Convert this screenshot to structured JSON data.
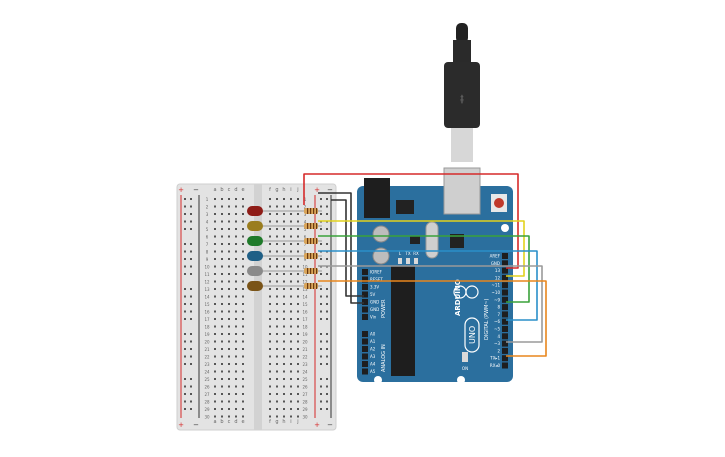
{
  "breadboard": {
    "columns_left": [
      "a",
      "b",
      "c",
      "d",
      "e"
    ],
    "columns_right": [
      "f",
      "g",
      "h",
      "i",
      "j"
    ],
    "row_numbers": [
      "1",
      "2",
      "3",
      "4",
      "5",
      "6",
      "7",
      "8",
      "9",
      "10",
      "11",
      "12",
      "13",
      "14",
      "15",
      "16",
      "17",
      "18",
      "19",
      "20",
      "21",
      "22",
      "23",
      "24",
      "25",
      "26",
      "27",
      "28",
      "29",
      "30"
    ],
    "rail_plus": "+",
    "rail_minus": "−"
  },
  "leds": [
    {
      "name": "red",
      "color": "#8e1c17"
    },
    {
      "name": "yellow",
      "color": "#9a7d1e"
    },
    {
      "name": "green",
      "color": "#1f7a2a"
    },
    {
      "name": "blue",
      "color": "#1f5f86"
    },
    {
      "name": "white",
      "color": "#8a8a8a"
    },
    {
      "name": "orange",
      "color": "#7a5418"
    }
  ],
  "wire_colors": {
    "red": "#d62a2a",
    "black": "#333333",
    "yellow": "#e2d21d",
    "green": "#3aa23a",
    "blue": "#2a8fc9",
    "gray": "#9a9a9a",
    "orange": "#e8861d"
  },
  "arduino": {
    "board_color": "#2b6f9e",
    "brand": "ARDUINO",
    "model": "UNO",
    "power_header_title": "POWER",
    "power_pins": [
      "IOREF",
      "RESET",
      "3.3V",
      "5V",
      "GND",
      "GND",
      "Vin"
    ],
    "analog_header_title": "ANALOG IN",
    "analog_pins": [
      "A0",
      "A1",
      "A2",
      "A3",
      "A4",
      "A5"
    ],
    "digital_header_title": "DIGITAL (PWM~)",
    "digital_pins": [
      "AREF",
      "GND",
      "13",
      "12",
      "~11",
      "~10",
      "~9",
      "8",
      "7",
      "~6",
      "~5",
      "4",
      "~3",
      "2",
      "TX▸1",
      "RX◂0"
    ],
    "led_labels": [
      "L",
      "TX",
      "RX"
    ],
    "on_label": "ON"
  }
}
